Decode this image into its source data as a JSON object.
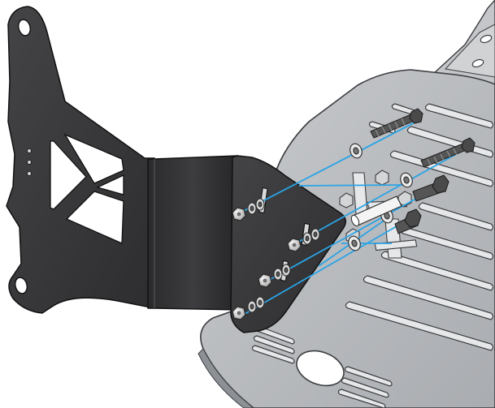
{
  "drawing": {
    "colors": {
      "background": "#ffffff",
      "bracket_face": "#3a3a3c",
      "bracket_side": "#1f1f21",
      "bracket_edge": "#111111",
      "plate_face": "#b9bbbe",
      "plate_dark": "#8d9094",
      "plate_edge": "#3b3d40",
      "slot_fill": "#e6e7e8",
      "guide_line": "#2aa4e6",
      "hardware_light": "#e9e9e9",
      "hardware_dark": "#6c6c6c"
    },
    "parts": [
      "bracket",
      "skid-plate",
      "bolt",
      "washer",
      "nut",
      "spacer"
    ],
    "fastener_sets": 4,
    "view": "exploded-isometric"
  }
}
